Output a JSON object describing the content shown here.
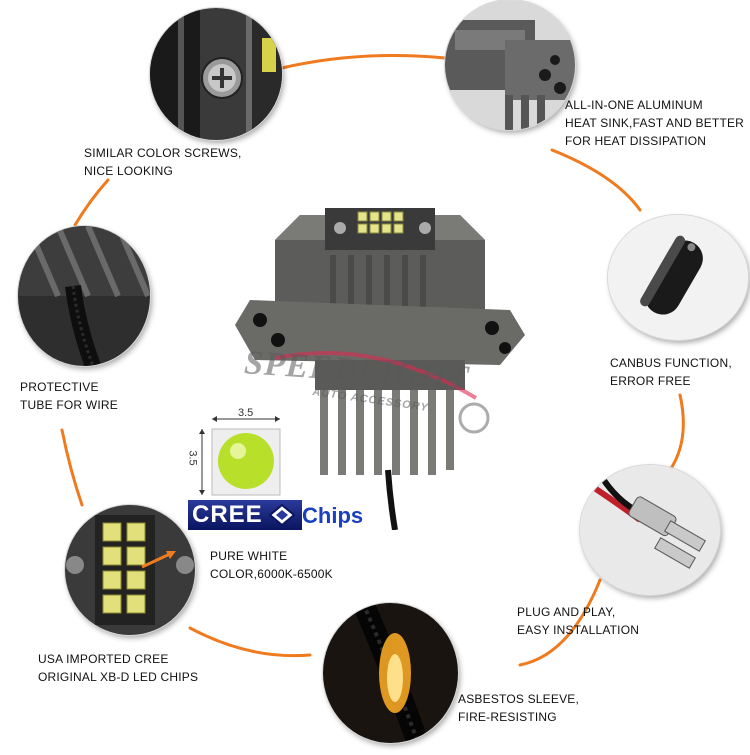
{
  "callouts": {
    "screws": {
      "line1": "SIMILAR COLOR SCREWS,",
      "line2": "NICE LOOKING"
    },
    "heatsink": {
      "line1": "ALL-IN-ONE ALUMINUM",
      "line2": "HEAT SINK,FAST AND BETTER",
      "line3": "FOR HEAT DISSIPATION"
    },
    "canbus": {
      "line1": "CANBUS FUNCTION,",
      "line2": "ERROR FREE"
    },
    "tube": {
      "line1": "PROTECTIVE",
      "line2": "TUBE FOR WIRE"
    },
    "white": {
      "line1": "PURE WHITE",
      "line2": "COLOR,6000K-6500K"
    },
    "plug": {
      "line1": "PLUG AND PLAY,",
      "line2": "EASY INSTALLATION"
    },
    "cree": {
      "line1": "USA IMPORTED CREE",
      "line2": "ORIGINAL XB-D LED CHIPS"
    },
    "sleeve": {
      "line1": "ASBESTOS SLEEVE,",
      "line2": "FIRE-RESISTING"
    }
  },
  "chip": {
    "width_label": "3.5",
    "height_label": "3.5"
  },
  "logo": {
    "brand": "CREE",
    "suffix": "Chips"
  },
  "watermark": {
    "brand": "SPEEDLIGHT",
    "tagline": "AUTO ACCESSORY"
  },
  "colors": {
    "arc": "#f07a1e",
    "text": "#111111",
    "cree_blue": "#1a3fbf"
  }
}
